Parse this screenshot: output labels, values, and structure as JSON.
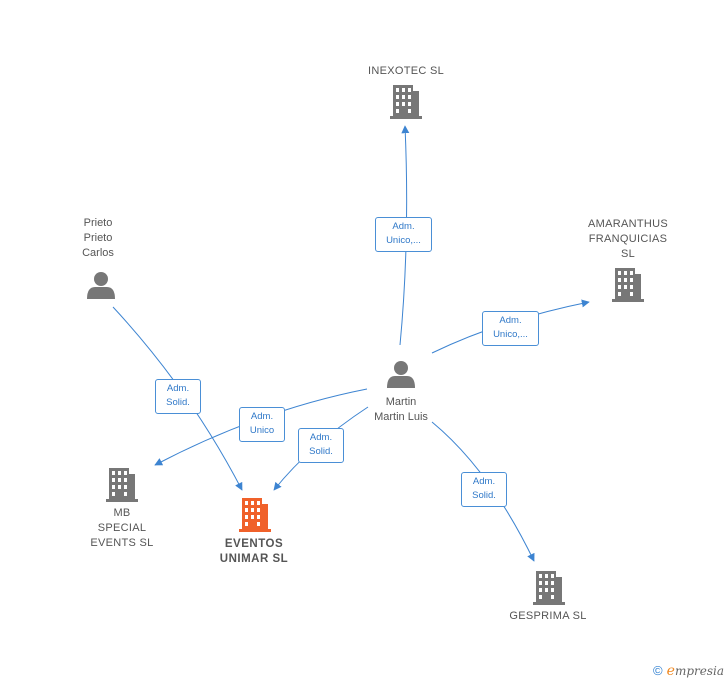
{
  "colors": {
    "edge": "#3d84d1",
    "icon_gray": "#777777",
    "icon_focus": "#f0612a",
    "label_border": "#4a8fd6",
    "label_text": "#2f78c8"
  },
  "nodes": {
    "inexotec": {
      "name": "INEXOTEC SL",
      "icon": "building-icon"
    },
    "amaranthus": {
      "name": "AMARANTHUS\nFRANQUICIAS\nSL",
      "icon": "building-icon"
    },
    "prieto": {
      "name": "Prieto\nPrieto\nCarlos",
      "icon": "person-icon"
    },
    "martin": {
      "name": "Martin\nMartin Luis",
      "icon": "person-icon"
    },
    "mb_special": {
      "name": "MB\nSPECIAL\nEVENTS  SL",
      "icon": "building-icon"
    },
    "eventos_unimar": {
      "name": "EVENTOS\nUNIMAR  SL",
      "icon": "building-icon"
    },
    "gesprima": {
      "name": "GESPRIMA SL",
      "icon": "building-icon"
    }
  },
  "edges": {
    "martin_inexotec": "Adm.\nUnico,...",
    "martin_amaranthus": "Adm.\nUnico,...",
    "prieto_eventos": "Adm.\nSolid.",
    "martin_mb": "Adm.\nUnico",
    "martin_eventos": "Adm.\nSolid.",
    "martin_gesprima": "Adm.\nSolid."
  },
  "footer": {
    "copyright_symbol": "©",
    "brand_initial": "e",
    "brand_rest": "mpresia"
  }
}
